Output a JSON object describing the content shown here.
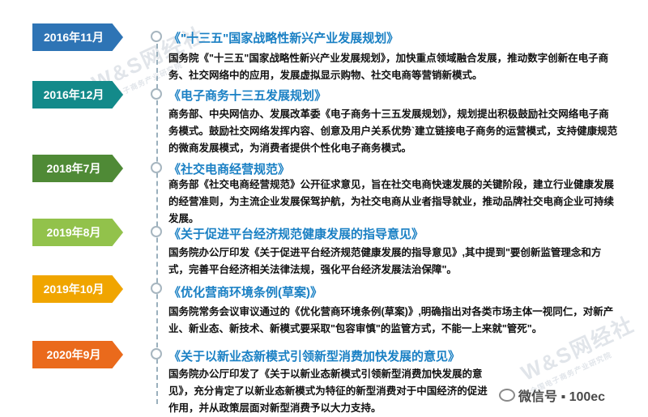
{
  "watermark": {
    "brand": "W&S网经社",
    "sub": "全国电子商务产业研究院"
  },
  "channel_badge": {
    "label": "微信号 ▪ 100ec"
  },
  "entries": [
    {
      "date": "2016年11月",
      "title": "《\"十三五\"国家战略性新兴产业发展规划》",
      "body": "国务院《\"十三五\"国家战略性新兴产业发展规划》，加快重点领域融合发展，推动数字创新在电子商务、社交网络中的应用，发展虚拟显示购物、社交电商等营销新模式。"
    },
    {
      "date": "2016年12月",
      "title": "《电子商务十三五发展规划》",
      "body": "商务部、中央网信办、发展改革委《电子商务十三五发展规划》，规划提出积极鼓励社交网络电子商务模式。鼓励社交网络发挥内容、创意及用户关系优势`建立链接电子商务的运营模式，支持健康规范的微商发展模式，为消费者提供个性化电子商务模式。"
    },
    {
      "date": "2018年7月",
      "title": "《社交电商经营规范》",
      "body": "商务部《社交电商经营规范》公开征求意见，旨在社交电商快速发展的关键阶段，建立行业健康发展的经营准则，为主流企业发展保驾护航，为社交电商从业者指导就业，推动品牌社交电商企业可持续发展。"
    },
    {
      "date": "2019年8月",
      "title": "《关于促进平台经济规范健康发展的指导意见》",
      "body": "国务院办公厅印发《关于促进平台经济规范健康发展的指导意见》,其中提到\"要创新监管理念和方式，完善平台经济相关法律法规，强化平台经济发展法治保障\"。"
    },
    {
      "date": "2019年10月",
      "title": "《优化营商环境条例(草案)》",
      "body": "国务院常务会议审议通过的《优化营商环境条例(草案)》,明确指出对各类市场主体一视同仁，对新产业、新业态、新技术、新模式要采取\"包容审慎\"的监管方式，不能一上来就\"管死\"。"
    },
    {
      "date": "2020年9月",
      "title": "《关于以新业态新模式引领新型消费加快发展的意见》",
      "body": "国务院办公厅印发了《关于以新业态新模式引领新型消费加快发展的意见》，充分肯定了以新业态新模式为特征的新型消费对于中国经济的促进作用，并从政策层面对新型消费予以大力支持。"
    }
  ]
}
